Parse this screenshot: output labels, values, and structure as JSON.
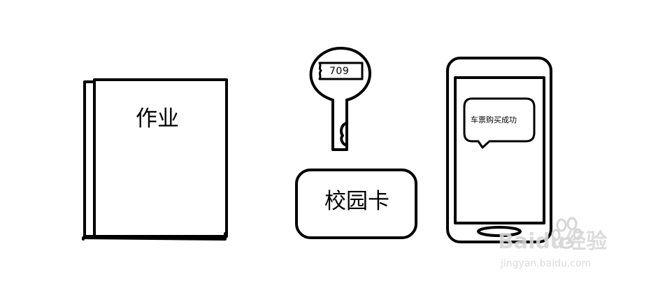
{
  "scene": {
    "book": {
      "label": "作业"
    },
    "key": {
      "tag_text": "709"
    },
    "campus_card": {
      "label": "校园卡"
    },
    "phone": {
      "message": "车票购买成功"
    }
  },
  "watermark": {
    "brand": "Baidu经验",
    "url": "jingyan.baidu.com"
  }
}
